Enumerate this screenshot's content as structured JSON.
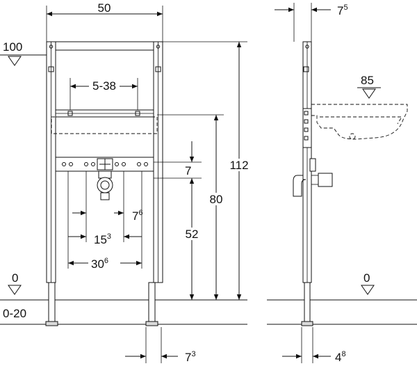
{
  "front_view": {
    "frame_width": "50",
    "bracket_spacing": "5-38",
    "total_height": "112",
    "tap_height": "80",
    "outlet_offset": "7",
    "drain_height": "52",
    "outlet_spacing": {
      "main": "7",
      "sup": "6"
    },
    "inner_spacing": {
      "main": "15",
      "sup": "3"
    },
    "outer_spacing": {
      "main": "30",
      "sup": "6"
    },
    "foot_width": {
      "main": "7",
      "sup": "3"
    },
    "level_top": "100",
    "level_floor": "0",
    "floor_range": "0-20"
  },
  "side_view": {
    "frame_depth": {
      "main": "7",
      "sup": "5"
    },
    "basin_level": "85",
    "level_floor": "0",
    "foot_depth": {
      "main": "4",
      "sup": "8"
    }
  }
}
